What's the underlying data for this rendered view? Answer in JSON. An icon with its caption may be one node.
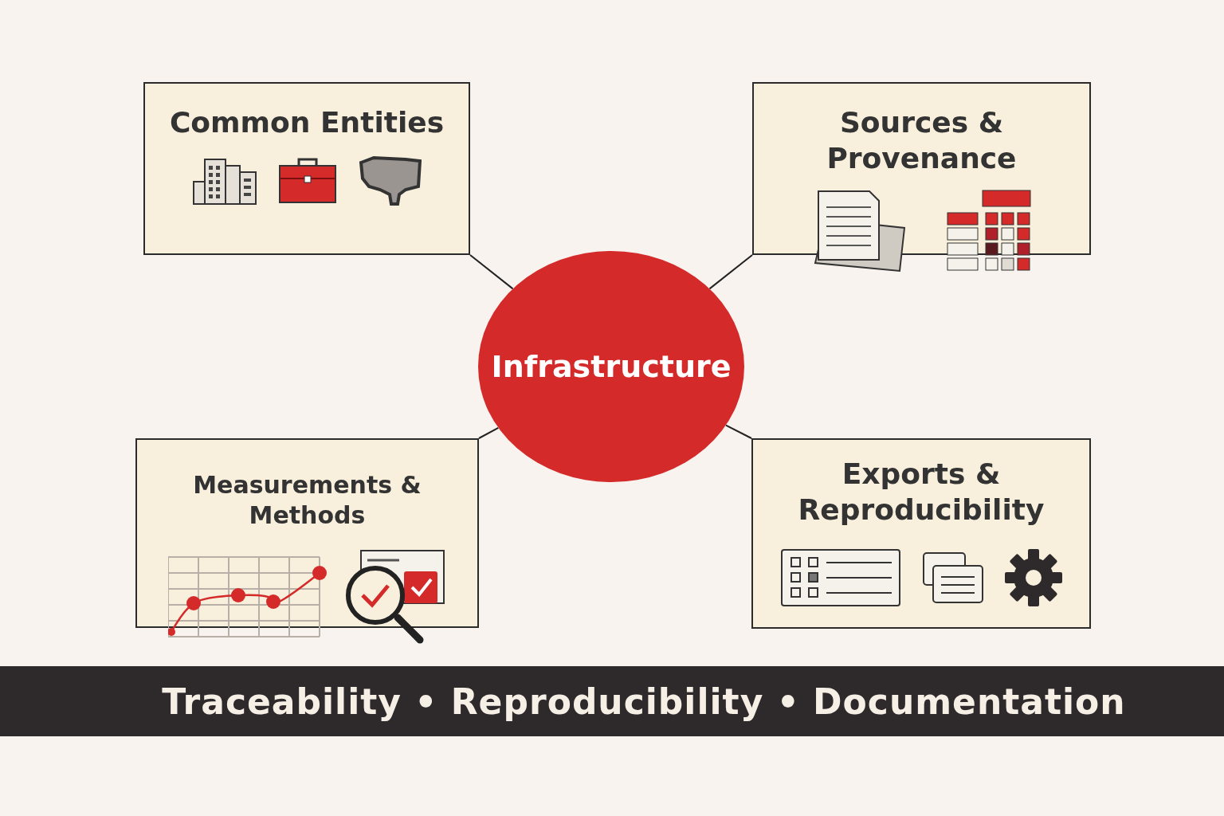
{
  "diagram": {
    "nodes": [
      {
        "text": [
          "Common Entities"
        ]
      },
      {
        "text": [
          "Sources & Provenance"
        ]
      },
      {
        "text": [
          "Infrastructure"
        ]
      },
      {
        "text": [
          "Measurements & Methods"
        ]
      },
      {
        "text": [
          "Exports & Reproducibility"
        ]
      },
      {
        "text": [
          "Traceability • Reproducibility • Documentation"
        ]
      }
    ],
    "edges": [
      {
        "from": 0,
        "to": 2,
        "arrow": "none"
      },
      {
        "from": 1,
        "to": 2,
        "arrow": "none"
      },
      {
        "from": 3,
        "to": 2,
        "arrow": "none"
      },
      {
        "from": 4,
        "to": 2,
        "arrow": "none"
      }
    ]
  }
}
